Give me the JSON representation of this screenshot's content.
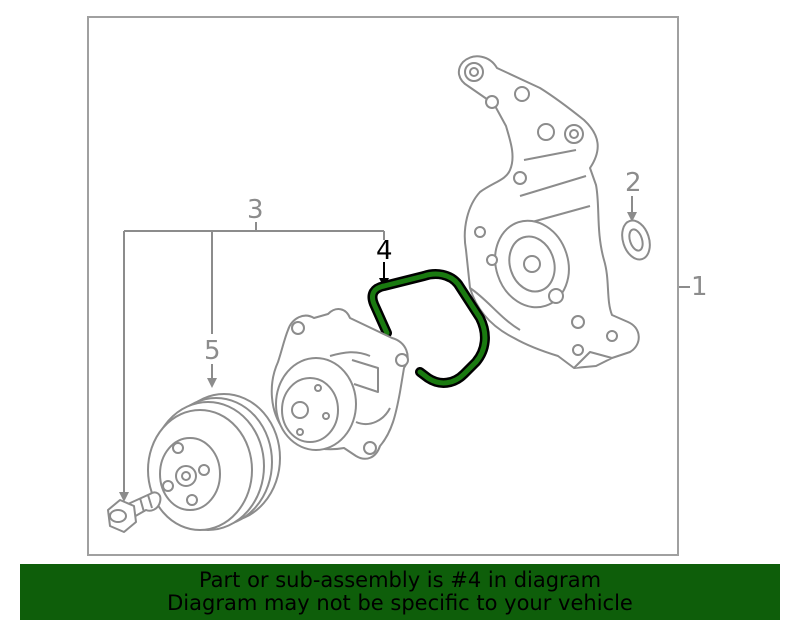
{
  "callouts": {
    "part_1": "1",
    "part_2": "2",
    "part_3": "3",
    "part_4": "4",
    "part_5": "5"
  },
  "highlighted_part": "4",
  "colors": {
    "line": "#8c8c8c",
    "highlight_fill": "#1a7a10",
    "highlight_stroke": "#000000",
    "banner": "#0e5e0a",
    "frame": "#a0a0a0"
  },
  "banner": {
    "line1": "Part or sub-assembly is #4 in diagram",
    "line2": "Diagram may not be specific to your vehicle"
  }
}
